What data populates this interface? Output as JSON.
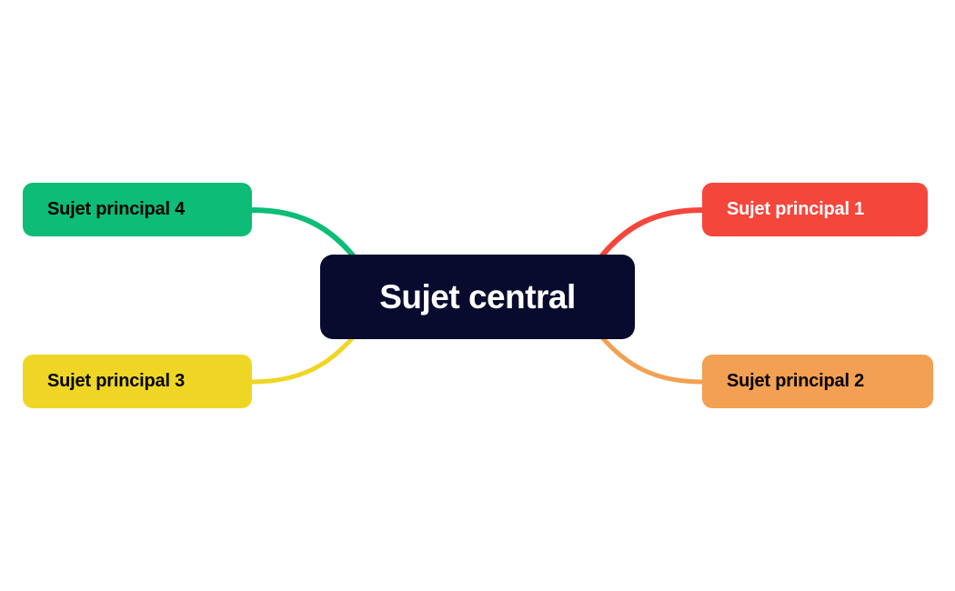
{
  "diagram": {
    "type": "mind-map",
    "background_color": "#ffffff",
    "central_node": {
      "label": "Sujet central",
      "fill": "#080A2E",
      "text_color": "#ffffff"
    },
    "branches": [
      {
        "id": "topright",
        "label": "Sujet principal 1",
        "fill": "#F5463C",
        "text_color": "#ffffff",
        "connector_color": "#F5463C",
        "position": "top-right"
      },
      {
        "id": "bottomright",
        "label": "Sujet principal 2",
        "fill": "#F3A052",
        "text_color": "#000000",
        "connector_color": "#F3A052",
        "position": "bottom-right"
      },
      {
        "id": "bottomleft",
        "label": "Sujet principal 3",
        "fill": "#EFD624",
        "text_color": "#000000",
        "connector_color": "#EFD624",
        "position": "bottom-left"
      },
      {
        "id": "topleft",
        "label": "Sujet principal 4",
        "fill": "#0CBC77",
        "text_color": "#000000",
        "connector_color": "#0CBC77",
        "position": "top-left"
      }
    ]
  }
}
